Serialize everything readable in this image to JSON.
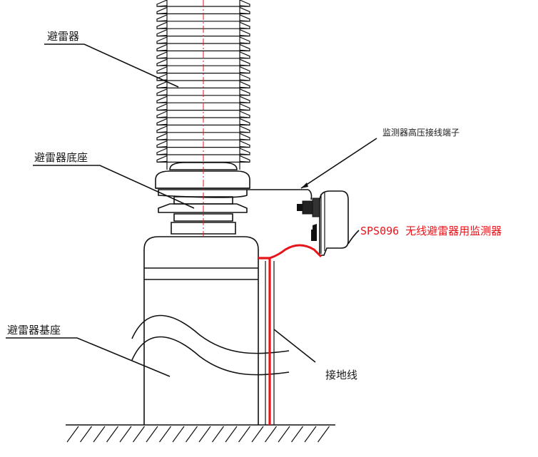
{
  "labels": {
    "arrester": "避雷器",
    "arrester_base_seat": "避雷器底座",
    "arrester_foundation": "避雷器基座",
    "hv_terminal": "监测器高压接线端子",
    "monitor": "SPS096 无线避雷器用监测器",
    "ground_wire": "接地线"
  },
  "colors": {
    "line": "#111111",
    "ground_wire": "#e8141b",
    "monitor_label": "#e8141b",
    "center_line": "#e8141b"
  }
}
